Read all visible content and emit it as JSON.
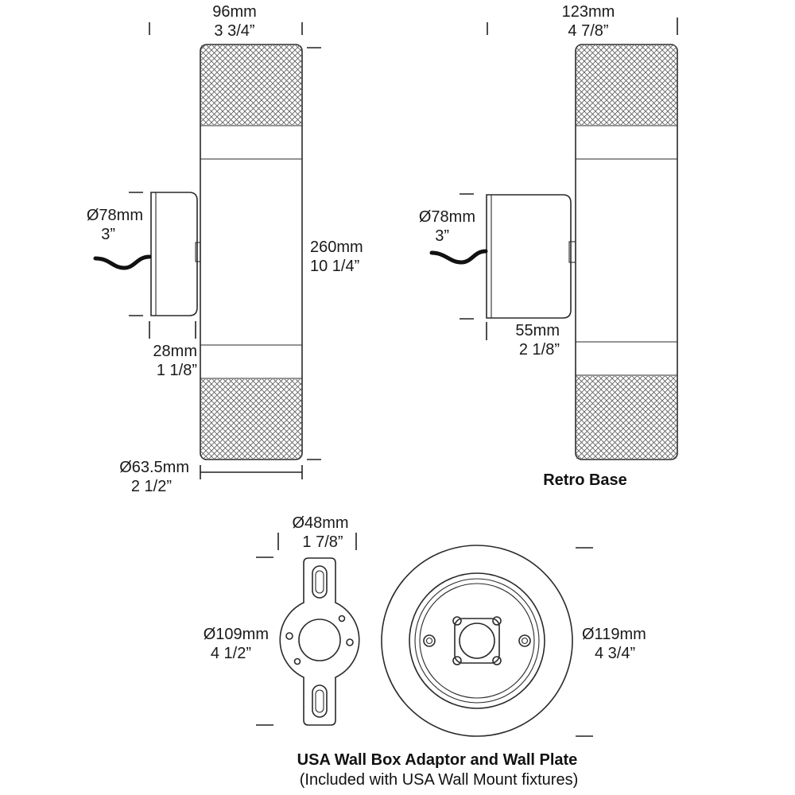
{
  "left_fixture": {
    "width": {
      "mm": "96mm",
      "in": "3 3/4”"
    },
    "height": {
      "mm": "260mm",
      "in": "10 1/4”"
    },
    "base_diameter": {
      "mm": "Ø78mm",
      "in": "3”"
    },
    "base_depth": {
      "mm": "28mm",
      "in": "1 1/8”"
    },
    "body_diameter": {
      "mm": "Ø63.5mm",
      "in": "2 1/2”"
    }
  },
  "right_fixture": {
    "width": {
      "mm": "123mm",
      "in": "4 7/8”"
    },
    "base_diameter": {
      "mm": "Ø78mm",
      "in": "3”"
    },
    "base_depth": {
      "mm": "55mm",
      "in": "2 1/8”"
    },
    "caption": "Retro Base"
  },
  "adaptor": {
    "hole_diameter": {
      "mm": "Ø48mm",
      "in": "1 7/8”"
    },
    "height": {
      "mm": "Ø109mm",
      "in": "4 1/2”"
    }
  },
  "wall_plate": {
    "diameter": {
      "mm": "Ø119mm",
      "in": "4 3/4”"
    }
  },
  "caption": {
    "title": "USA Wall Box Adaptor and Wall Plate",
    "subtitle": "(Included with USA Wall Mount fixtures)"
  }
}
